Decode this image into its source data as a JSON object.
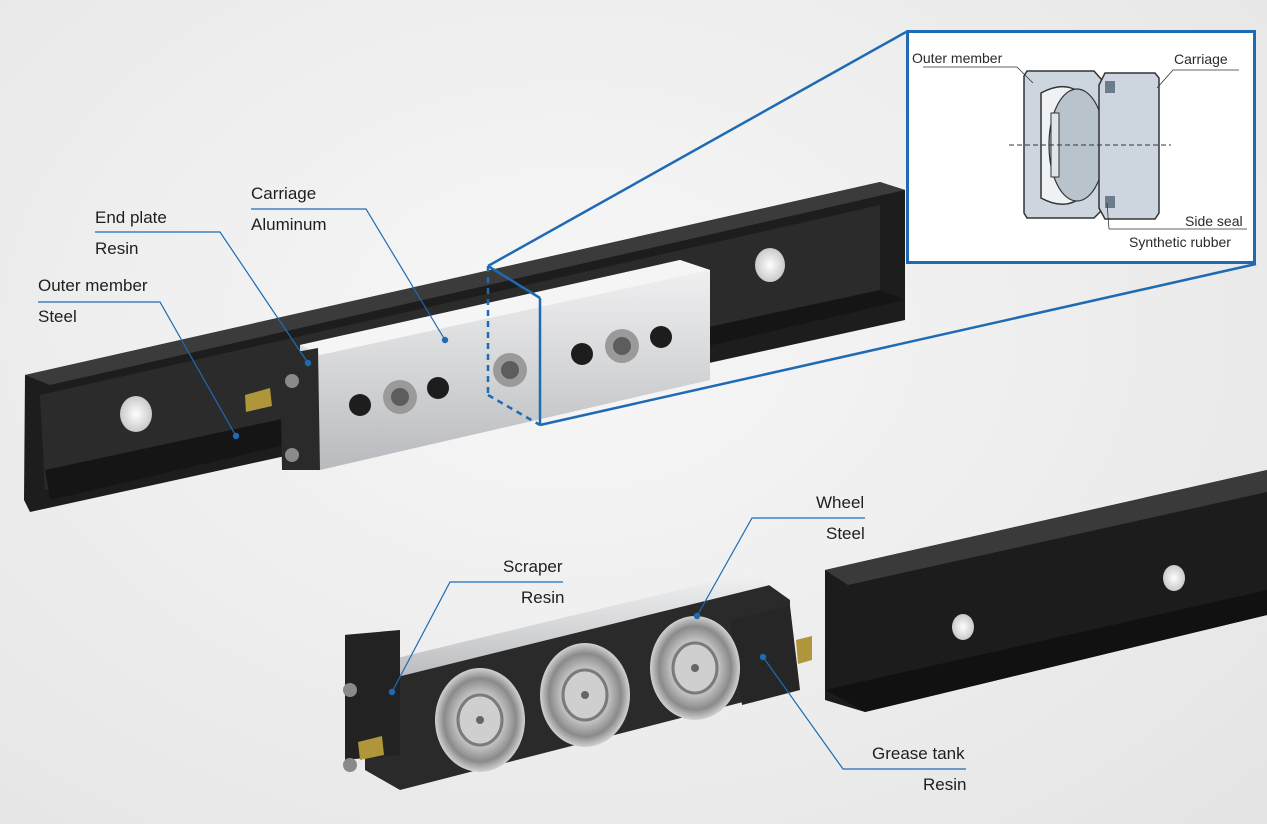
{
  "labels": {
    "carriage_top": {
      "name": "Carriage",
      "material": "Aluminum"
    },
    "end_plate": {
      "name": "End plate",
      "material": "Resin"
    },
    "outer_member": {
      "name": "Outer member",
      "material": "Steel"
    },
    "wheel": {
      "name": "Wheel",
      "material": "Steel"
    },
    "scraper": {
      "name": "Scraper",
      "material": "Resin"
    },
    "grease_tank": {
      "name": "Grease tank",
      "material": "Resin"
    }
  },
  "inset": {
    "outer_member": "Outer member",
    "carriage": "Carriage",
    "side_seal": "Side seal",
    "synthetic_rubber": "Synthetic rubber"
  },
  "colors": {
    "leader_line": "#1f6bb3",
    "rail_black": "#222222",
    "carriage_aluminum": "#d9dadc",
    "inset_border": "#1f6bb3"
  }
}
